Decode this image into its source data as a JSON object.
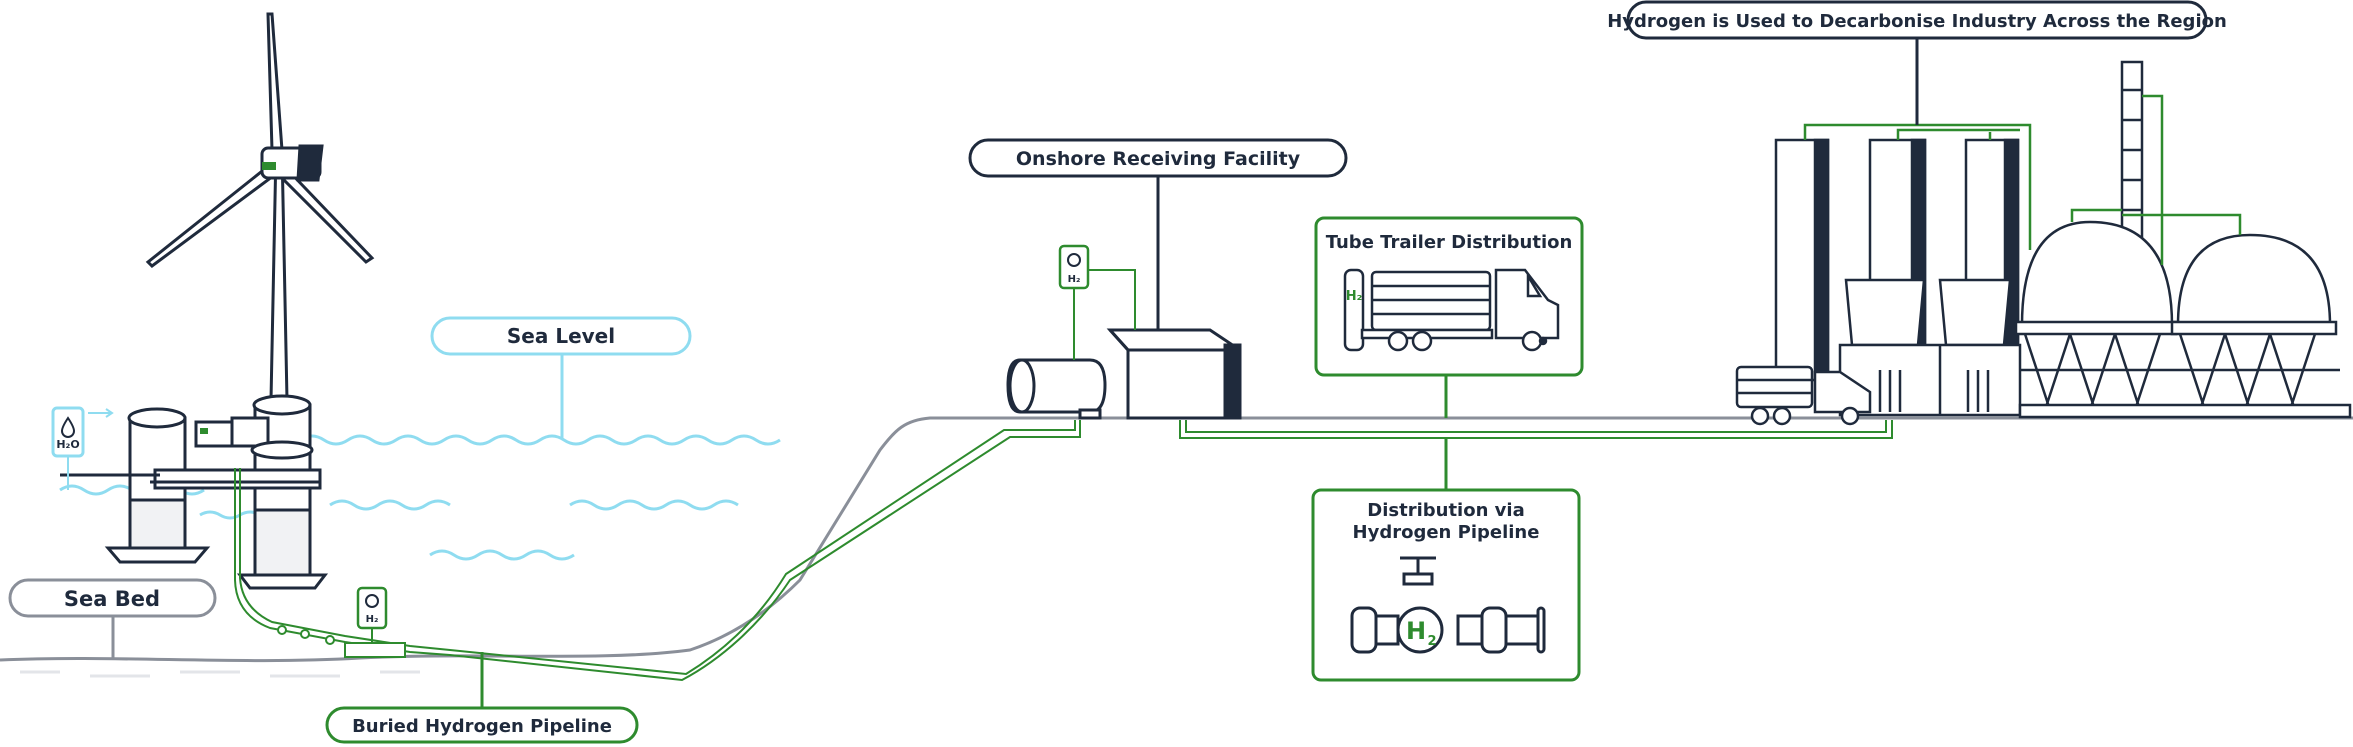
{
  "labels": {
    "sea_level": "Sea Level",
    "sea_bed": "Sea Bed",
    "buried_pipeline": "Buried Hydrogen Pipeline",
    "onshore_facility": "Onshore Receiving Facility",
    "tube_trailer": "Tube Trailer Distribution",
    "distribution_line1": "Distribution via",
    "distribution_line2": "Hydrogen Pipeline",
    "industry": "Hydrogen is Used to Decarbonise Industry Across the Region"
  },
  "icons": {
    "water_label": "H₂O",
    "h2_label": "H₂",
    "valve_h": "H",
    "valve_sub": "2"
  },
  "colors": {
    "navy": "#1f2a3c",
    "green": "#2e8b2e",
    "cyan": "#8fdcf0",
    "grey": "#8a8f99"
  }
}
